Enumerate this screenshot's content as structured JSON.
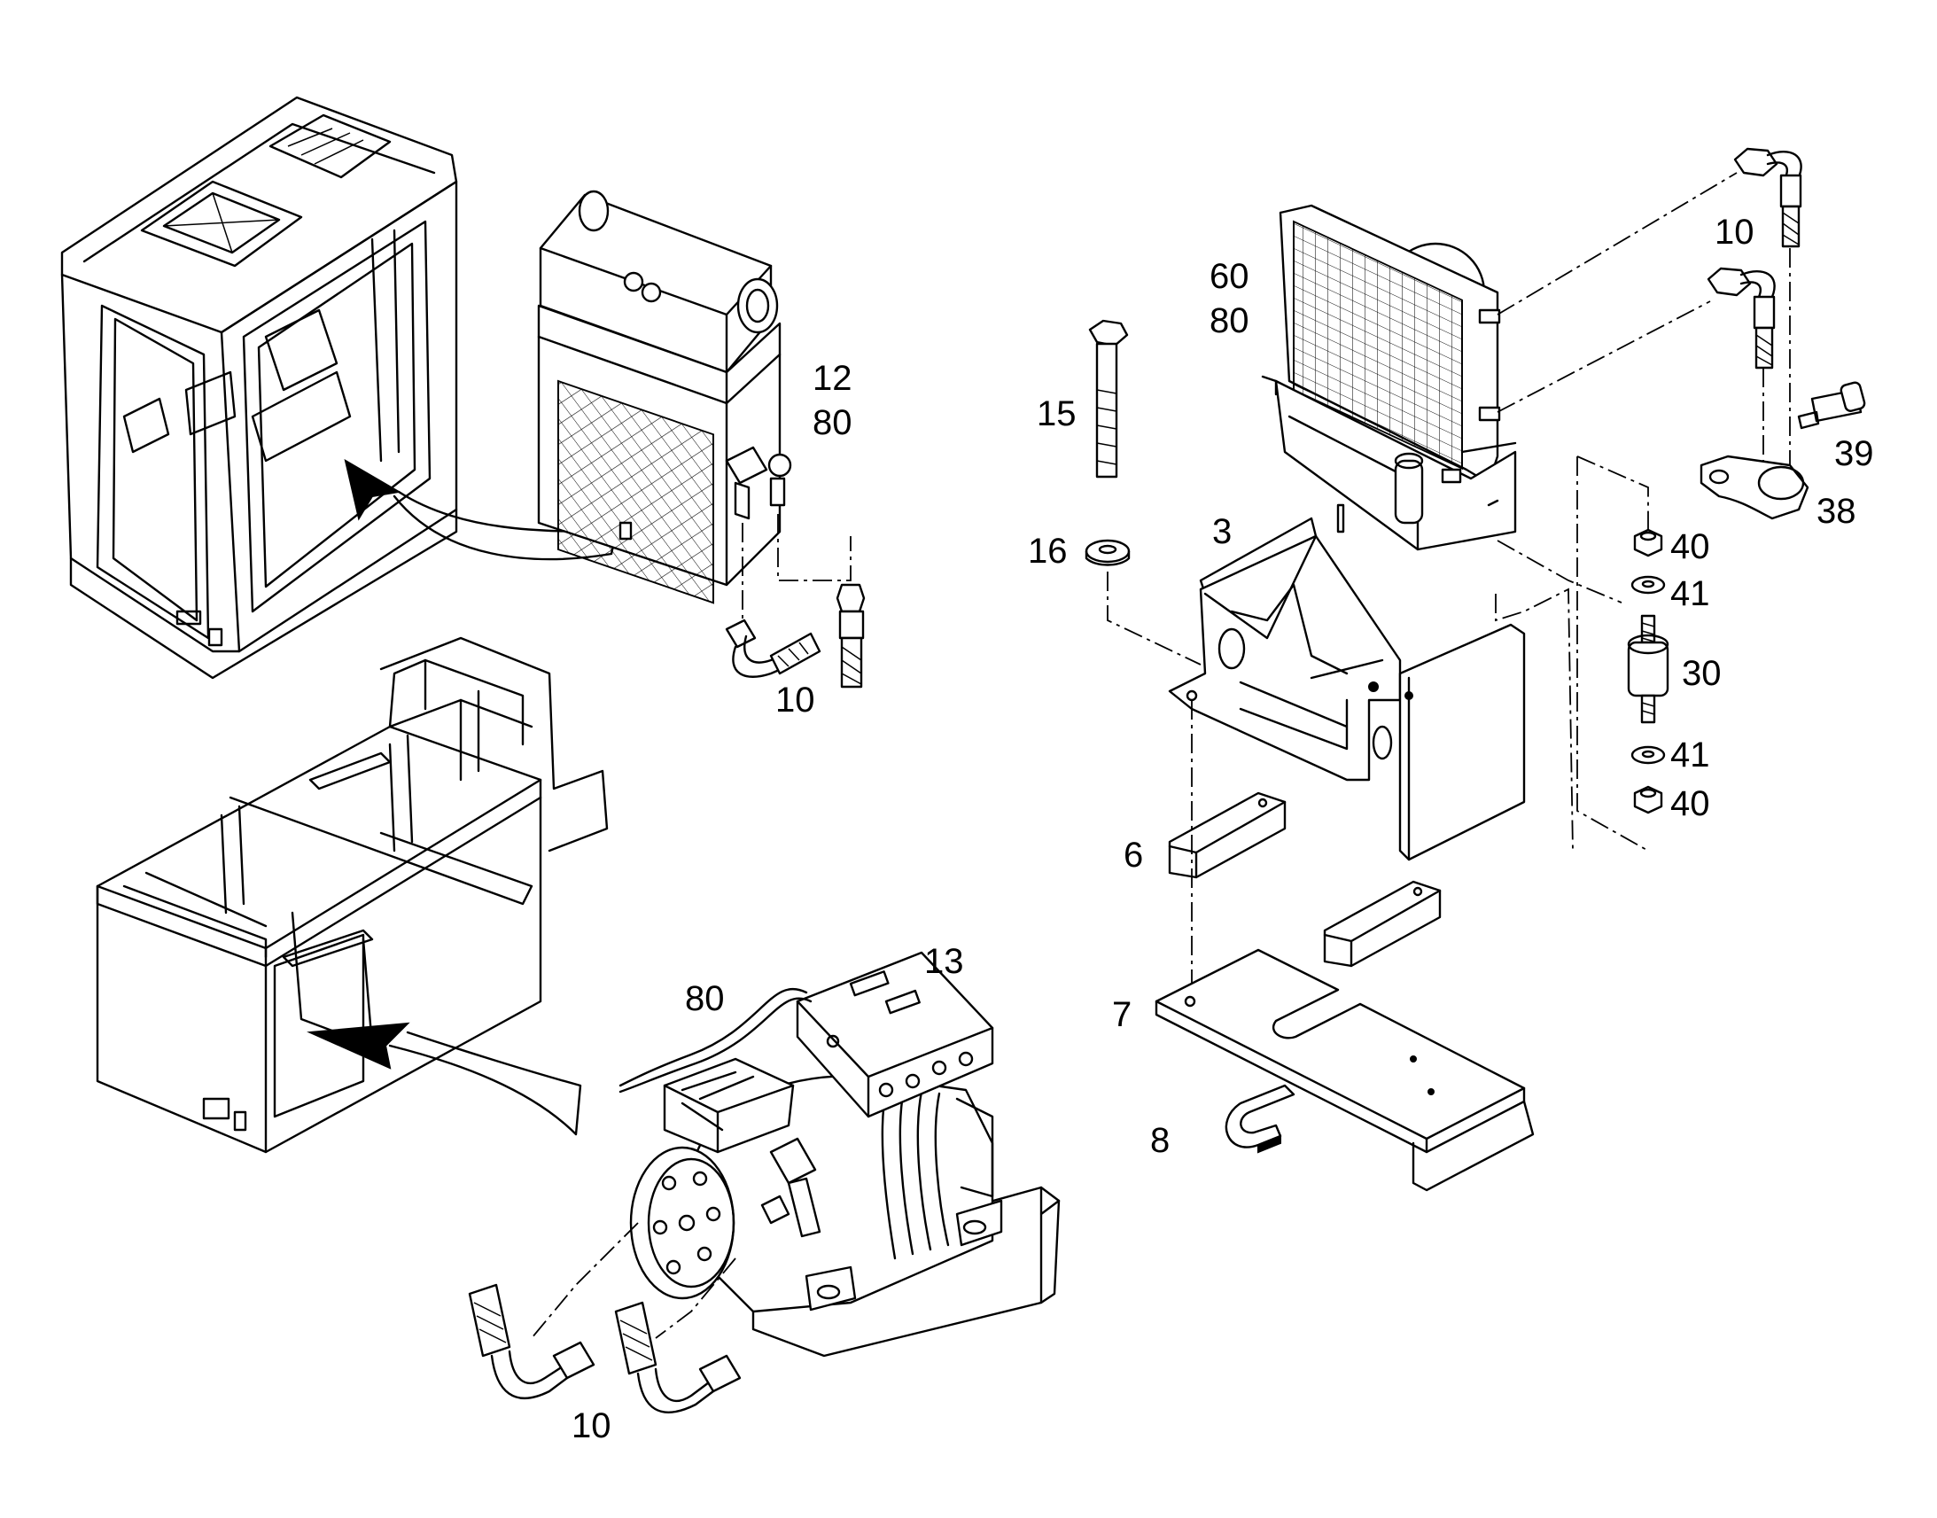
{
  "labels": {
    "l10_top_right": "10",
    "l60": "60",
    "l80_condenser": "80",
    "l12": "12",
    "l80_heater": "80",
    "l15": "15",
    "l39": "39",
    "l38": "38",
    "l16": "16",
    "l3": "3",
    "l40_upper": "40",
    "l41_upper": "41",
    "l30": "30",
    "l10_heater_hoses": "10",
    "l41_lower": "41",
    "l40_lower": "40",
    "l6": "6",
    "l13": "13",
    "l80_compressor": "80",
    "l7": "7",
    "l8": "8",
    "l10_bottom": "10"
  }
}
